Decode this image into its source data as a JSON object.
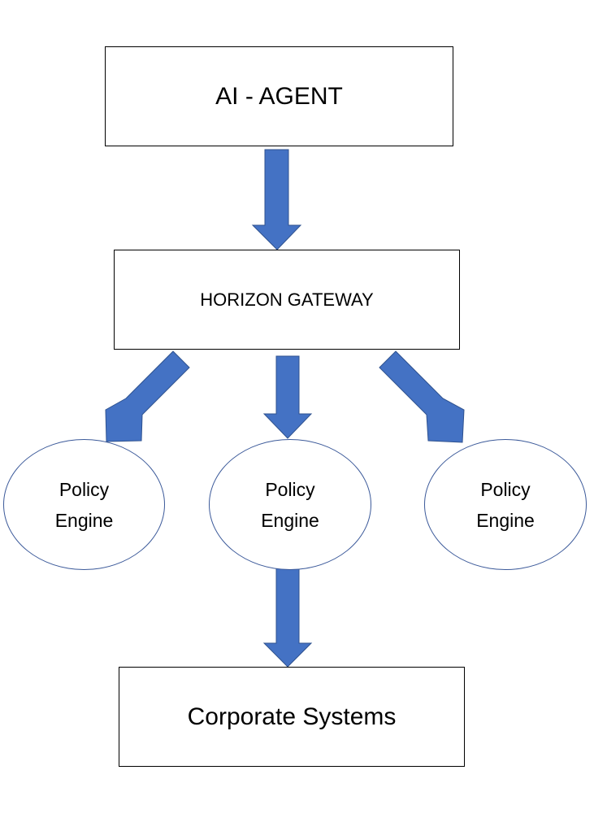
{
  "diagram": {
    "nodes": {
      "agent": {
        "label": "AI - AGENT"
      },
      "gateway": {
        "label": "HORIZON GATEWAY"
      },
      "policy_engines": [
        {
          "line1": "Policy",
          "line2": "Engine"
        },
        {
          "line1": "Policy",
          "line2": "Engine"
        },
        {
          "line1": "Policy",
          "line2": "Engine"
        }
      ],
      "corporate": {
        "label": "Corporate Systems"
      }
    },
    "edges": [
      {
        "from": "agent",
        "to": "gateway"
      },
      {
        "from": "gateway",
        "to": "policy_engines.0"
      },
      {
        "from": "gateway",
        "to": "policy_engines.1"
      },
      {
        "from": "gateway",
        "to": "policy_engines.2"
      },
      {
        "from": "policy_engines.1",
        "to": "corporate"
      }
    ],
    "colors": {
      "arrow_fill": "#4472c4",
      "arrow_outline": "#2f528f",
      "ellipse_outline": "#3c5a9a",
      "box_outline": "#000000"
    }
  }
}
